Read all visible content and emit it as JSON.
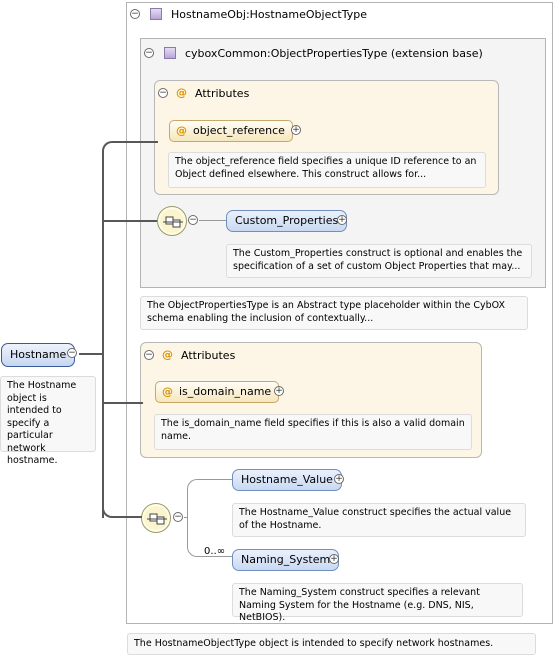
{
  "root": {
    "label": "Hostname",
    "doc": "The Hostname object is intended to specify a particular network hostname."
  },
  "type_box": {
    "title": "HostnameObj:HostnameObjectType",
    "doc": "The HostnameObjectType object is intended to specify network hostnames."
  },
  "extension": {
    "title": "cyboxCommon:ObjectPropertiesType (extension base)",
    "doc": "The ObjectPropertiesType is an Abstract type placeholder within the CybOX schema enabling the inclusion of contextually...",
    "attributes_label": "Attributes",
    "attribute": {
      "name": "object_reference",
      "doc": "The object_reference field specifies a unique ID reference to an Object defined elsewhere. This construct allows for..."
    },
    "element": {
      "name": "Custom_Properties",
      "doc": "The Custom_Properties construct is optional and enables the specification of a set of custom Object Properties that may..."
    }
  },
  "own_attributes": {
    "label": "Attributes",
    "attribute": {
      "name": "is_domain_name",
      "doc": "The is_domain_name field specifies if this is also a valid domain name."
    }
  },
  "sequence": {
    "cardinality": "0..∞",
    "elements": [
      {
        "name": "Hostname_Value",
        "doc": "The Hostname_Value construct specifies the actual value of the Hostname."
      },
      {
        "name": "Naming_System",
        "doc": "The Naming_System construct specifies a relevant Naming System for the Hostname (e.g. DNS, NIS, NetBIOS)."
      }
    ]
  },
  "symbols": {
    "collapse": "−",
    "expand": "+",
    "attribute_marker": "@"
  },
  "colors": {
    "attribute_marker": "#d79500",
    "element_fill": "#c9d9f2",
    "attribute_group_fill": "#fdf6e6",
    "connector": "#585858"
  }
}
